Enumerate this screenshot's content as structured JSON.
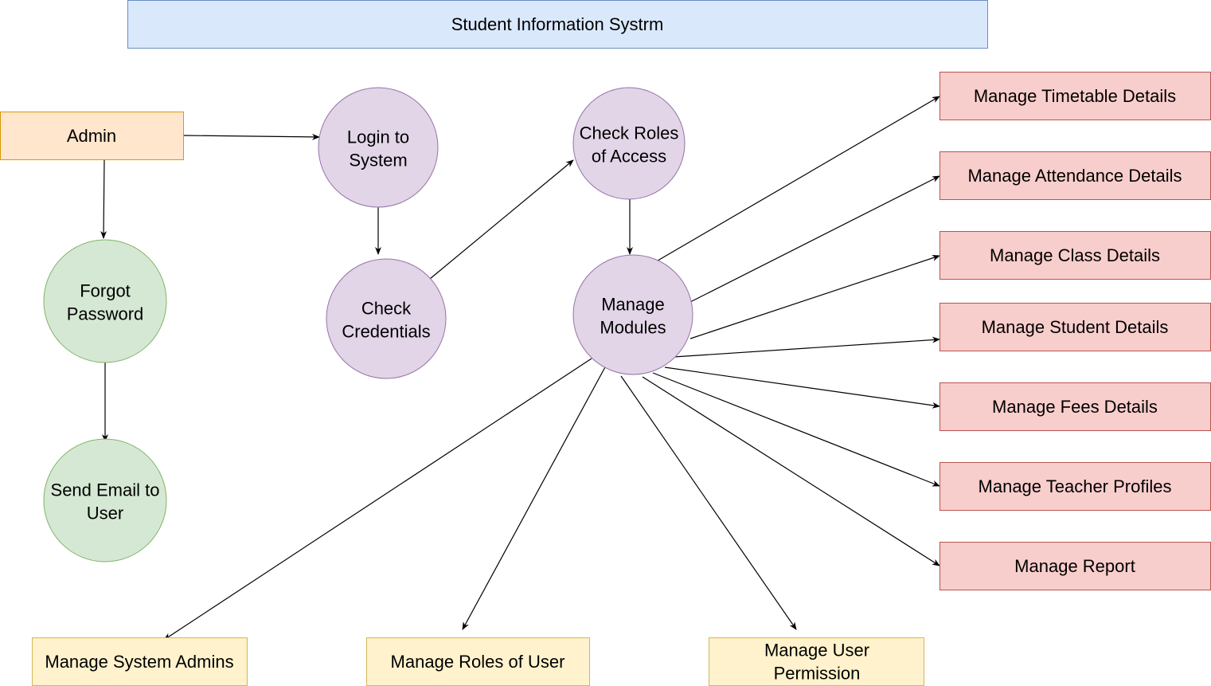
{
  "title": "Student Information Systrm",
  "colors": {
    "title_fill": "#dae8fc",
    "title_stroke": "#6c8ebf",
    "actor_fill": "#ffe6cc",
    "actor_stroke": "#d79b00",
    "process_fill": "#e1d5e7",
    "process_stroke": "#9673a6",
    "recovery_fill": "#d5e8d4",
    "recovery_stroke": "#82b366",
    "module_fill": "#f8cecc",
    "module_stroke": "#b85450",
    "admin_fill": "#fff2cc",
    "admin_stroke": "#d6b656"
  },
  "nodes": {
    "admin": {
      "label": [
        "Admin"
      ]
    },
    "login": {
      "label": [
        "Login to",
        "System"
      ]
    },
    "check_credentials": {
      "label": [
        "Check",
        "Credentials"
      ]
    },
    "check_roles": {
      "label": [
        "Check Roles",
        "of Access"
      ]
    },
    "manage_modules": {
      "label": [
        "Manage",
        "Modules"
      ]
    },
    "forgot_password": {
      "label": [
        "Forgot",
        "Password"
      ]
    },
    "send_email": {
      "label": [
        "Send Email to",
        "User"
      ]
    },
    "timetable": {
      "label": [
        "Manage Timetable Details"
      ]
    },
    "attendance": {
      "label": [
        "Manage Attendance Details"
      ]
    },
    "class": {
      "label": [
        "Manage Class Details"
      ]
    },
    "student": {
      "label": [
        "Manage Student Details"
      ]
    },
    "fees": {
      "label": [
        "Manage Fees Details"
      ]
    },
    "teacher": {
      "label": [
        "Manage Teacher Profiles"
      ]
    },
    "report": {
      "label": [
        "Manage Report"
      ]
    },
    "system_admins": {
      "label": [
        "Manage System Admins"
      ]
    },
    "roles_of_user": {
      "label": [
        "Manage Roles of User"
      ]
    },
    "user_permission": {
      "label": [
        "Manage User",
        "Permission"
      ]
    }
  }
}
